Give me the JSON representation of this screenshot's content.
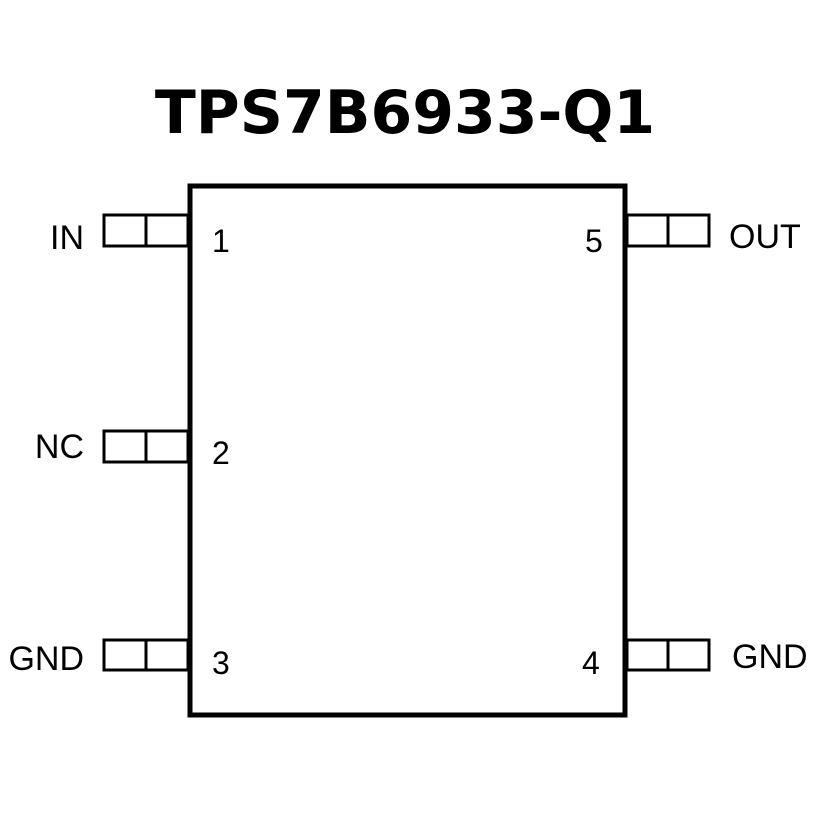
{
  "title": "TPS7B6933-Q1",
  "pins": [
    {
      "number": "1",
      "name": "IN"
    },
    {
      "number": "2",
      "name": "NC"
    },
    {
      "number": "3",
      "name": "GND"
    },
    {
      "number": "4",
      "name": "GND"
    },
    {
      "number": "5",
      "name": "OUT"
    }
  ]
}
